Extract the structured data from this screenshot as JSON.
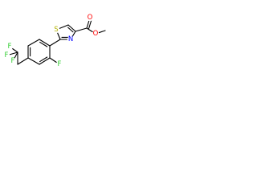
{
  "colors": {
    "bond": "#000000",
    "O": "#ff0000",
    "N": "#0000ff",
    "S": "#b2b200",
    "F": "#32cd32",
    "background": "#ffffff"
  },
  "atoms": {
    "sulfur": {
      "label": "S",
      "element": "S"
    },
    "thiazole_nitrogen": {
      "label": "N",
      "element": "N"
    },
    "ortho_fluorine": {
      "label": "F",
      "element": "F"
    },
    "cf3_fluorine_top": {
      "label": "F",
      "element": "F"
    },
    "cf3_fluorine_left": {
      "label": "F",
      "element": "F"
    },
    "cf3_fluorine_bottom": {
      "label": "F",
      "element": "F"
    },
    "carbonyl_oxygen": {
      "label": "O",
      "element": "O"
    },
    "ester_oxygen": {
      "label": "O",
      "element": "O"
    }
  }
}
